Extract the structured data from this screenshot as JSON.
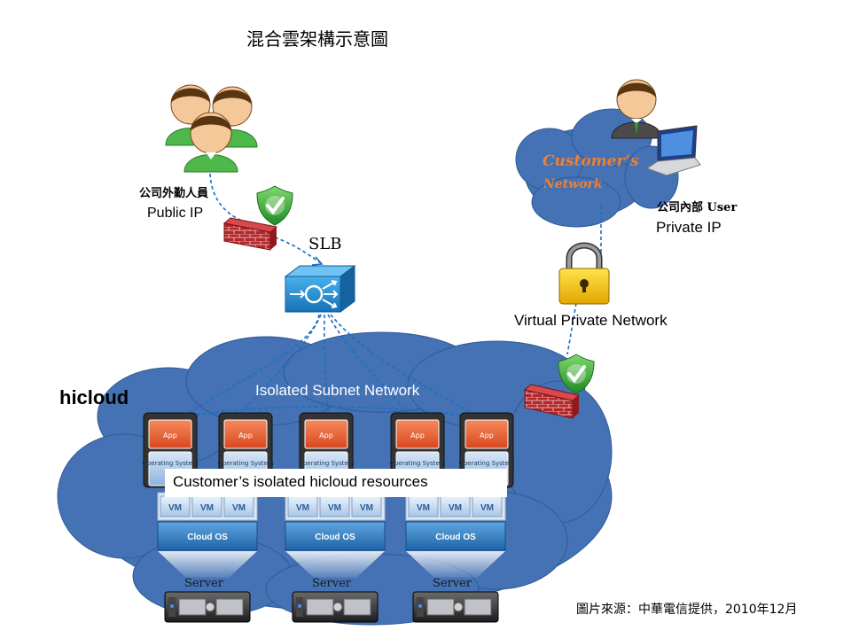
{
  "title": "混合雲架構示意圖",
  "external_user": {
    "label": "公司外勤人員",
    "ip_label": "Public IP"
  },
  "slb_label": "SLB",
  "internal_user": {
    "label": "公司內部 User",
    "ip_label": "Private IP"
  },
  "customer_network": {
    "line1": "Customer’s",
    "line2": "Network"
  },
  "vpn_label": "Virtual Private Network",
  "hicloud": {
    "label": "hicloud",
    "subnet_label": "Isolated Subnet Network",
    "resources_label": "Customer’s isolated hicloud resources",
    "app_label": "App",
    "os_label": "Operating System",
    "vm_label": "VM",
    "cloud_os_label": "Cloud OS",
    "server_label": "Server"
  },
  "source_note": "圖片來源：中華電信提供，2010年12月",
  "colors": {
    "cloud_fill": "#4472b4",
    "app_orange": "#e8643a",
    "cloud_os_blue": "#2a78b8",
    "firewall_red": "#c0282c",
    "shield_green": "#3aa23a",
    "lock_yellow": "#f2c200",
    "slb_blue": "#1e8bd0",
    "customer_net_text": "#f08030"
  }
}
